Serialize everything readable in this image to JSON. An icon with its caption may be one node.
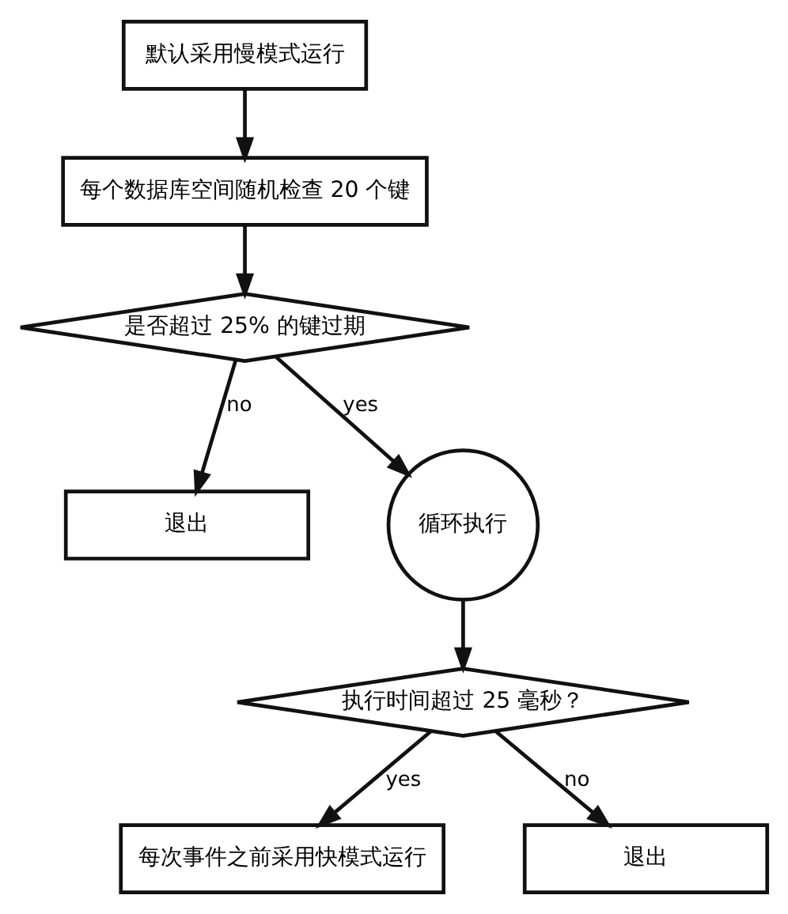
{
  "diagram": {
    "nodes": [
      {
        "text": [
          "默认采用慢模式运行"
        ]
      },
      {
        "text": [
          "每个数据库空间随机检查 20 个键"
        ]
      },
      {
        "text": [
          "是否超过 25% 的键过期"
        ]
      },
      {
        "text": [
          "退出"
        ]
      },
      {
        "text": [
          "循环执行"
        ]
      },
      {
        "text": [
          "执行时间超过 25 毫秒？"
        ]
      },
      {
        "text": [
          "每次事件之前采用快模式运行"
        ]
      },
      {
        "text": [
          "退出"
        ]
      }
    ],
    "edges": [
      {
        "from": 0,
        "to": 1,
        "arrow": "to"
      },
      {
        "from": 1,
        "to": 2,
        "arrow": "to"
      },
      {
        "from": 2,
        "to": 3,
        "label": "no",
        "arrow": "to"
      },
      {
        "from": 2,
        "to": 4,
        "label": "yes",
        "arrow": "to"
      },
      {
        "from": 4,
        "to": 5,
        "arrow": "to"
      },
      {
        "from": 5,
        "to": 6,
        "label": "yes",
        "arrow": "to"
      },
      {
        "from": 5,
        "to": 7,
        "label": "no",
        "arrow": "to"
      }
    ]
  }
}
